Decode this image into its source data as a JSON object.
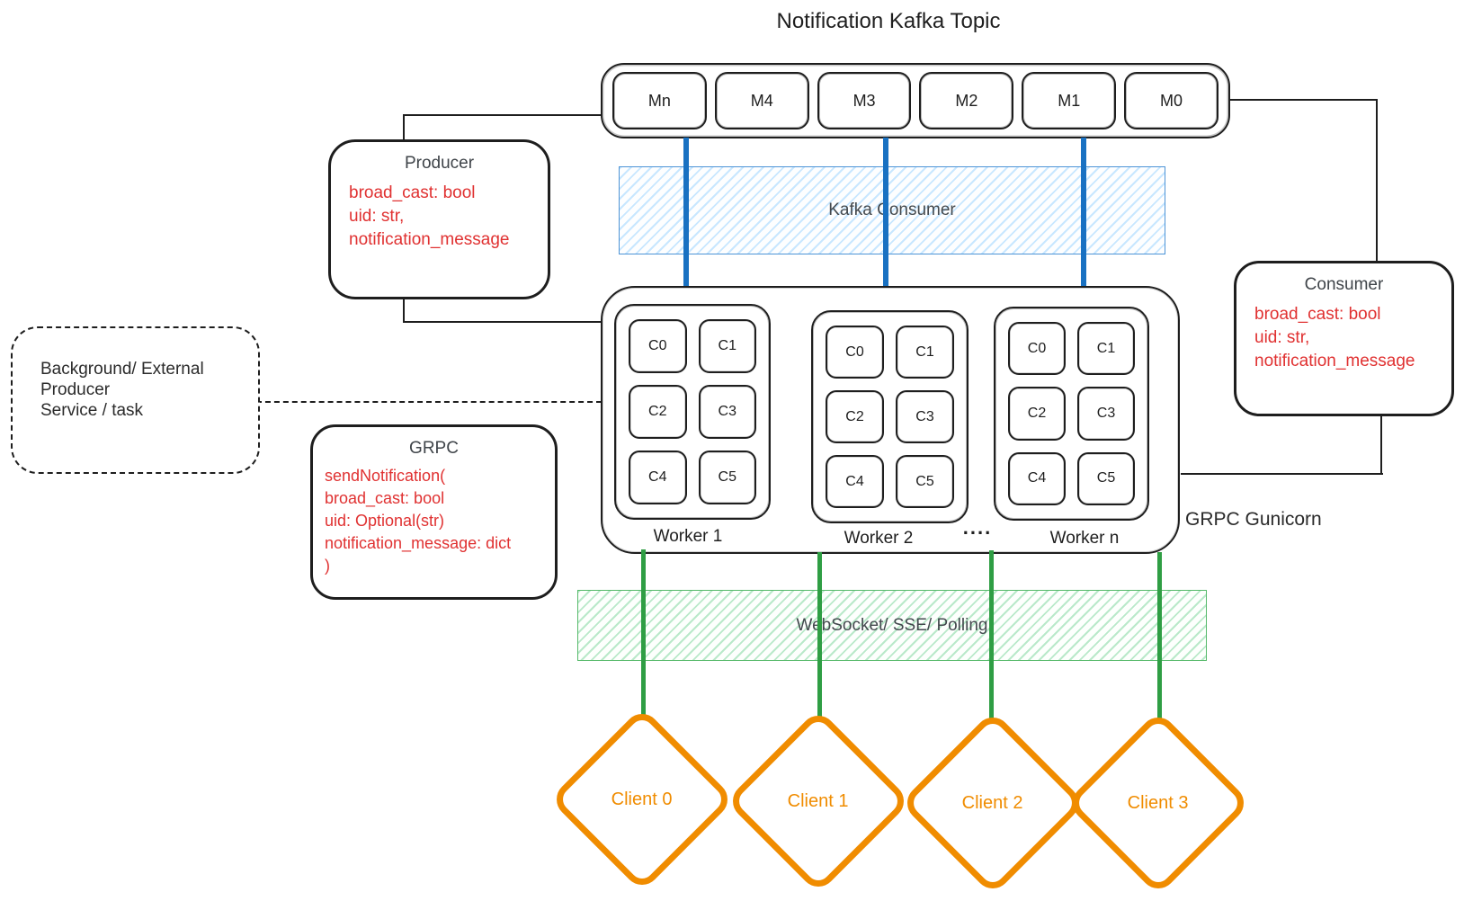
{
  "title": "Notification Kafka Topic",
  "colors": {
    "stroke": "#1e1e1e",
    "red_code": "#e03131",
    "blue_link": "#1971c2",
    "green_link": "#2f9e44",
    "orange_client": "#f08c00"
  },
  "topic": {
    "messages": [
      "Mn",
      "M4",
      "M3",
      "M2",
      "M1",
      "M0"
    ]
  },
  "kafka_consumer": {
    "label": "Kafka Consumer"
  },
  "producer": {
    "title": "Producer",
    "code": "broad_cast: bool\nuid: str,\nnotification_message"
  },
  "consumer": {
    "title": "Consumer",
    "code": "broad_cast: bool\nuid: str,\nnotification_message"
  },
  "background_producer": {
    "text": "Background/ External\nProducer\nService / task"
  },
  "grpc": {
    "title": "GRPC",
    "code": "sendNotification(\nbroad_cast: bool\nuid: Optional(str)\nnotification_message: dict\n)"
  },
  "gunicorn": {
    "label": "GRPC Gunicorn",
    "dots": "....",
    "cells": [
      "C0",
      "C1",
      "C2",
      "C3",
      "C4",
      "C5"
    ],
    "workers": [
      {
        "label": "Worker 1"
      },
      {
        "label": "Worker 2"
      },
      {
        "label": "Worker n"
      }
    ]
  },
  "websocket": {
    "label": "WebSocket/ SSE/ Polling"
  },
  "clients": [
    {
      "label": "Client 0"
    },
    {
      "label": "Client 1"
    },
    {
      "label": "Client 2"
    },
    {
      "label": "Client 3"
    }
  ]
}
